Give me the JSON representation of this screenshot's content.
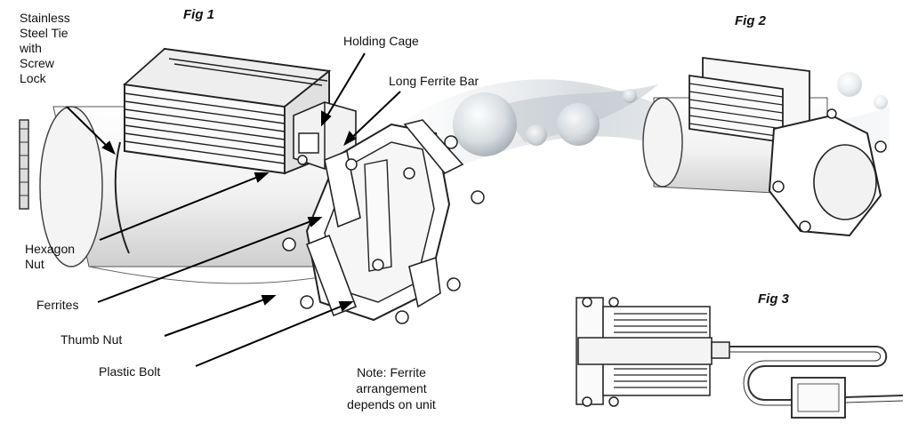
{
  "figures": {
    "fig1": "Fig 1",
    "fig2": "Fig 2",
    "fig3": "Fig 3"
  },
  "callouts": {
    "stainless_tie": [
      "Stainless",
      "Steel Tie",
      "with",
      "Screw",
      "Lock"
    ],
    "holding_cage": "Holding Cage",
    "long_ferrite_bar": "Long Ferrite Bar",
    "hexagon_nut": [
      "Hexagon",
      "Nut"
    ],
    "ferrites": "Ferrites",
    "thumb_nut": "Thumb Nut",
    "plastic_bolt": "Plastic Bolt"
  },
  "note": [
    "Note: Ferrite",
    "arrangement",
    "depends on unit"
  ]
}
